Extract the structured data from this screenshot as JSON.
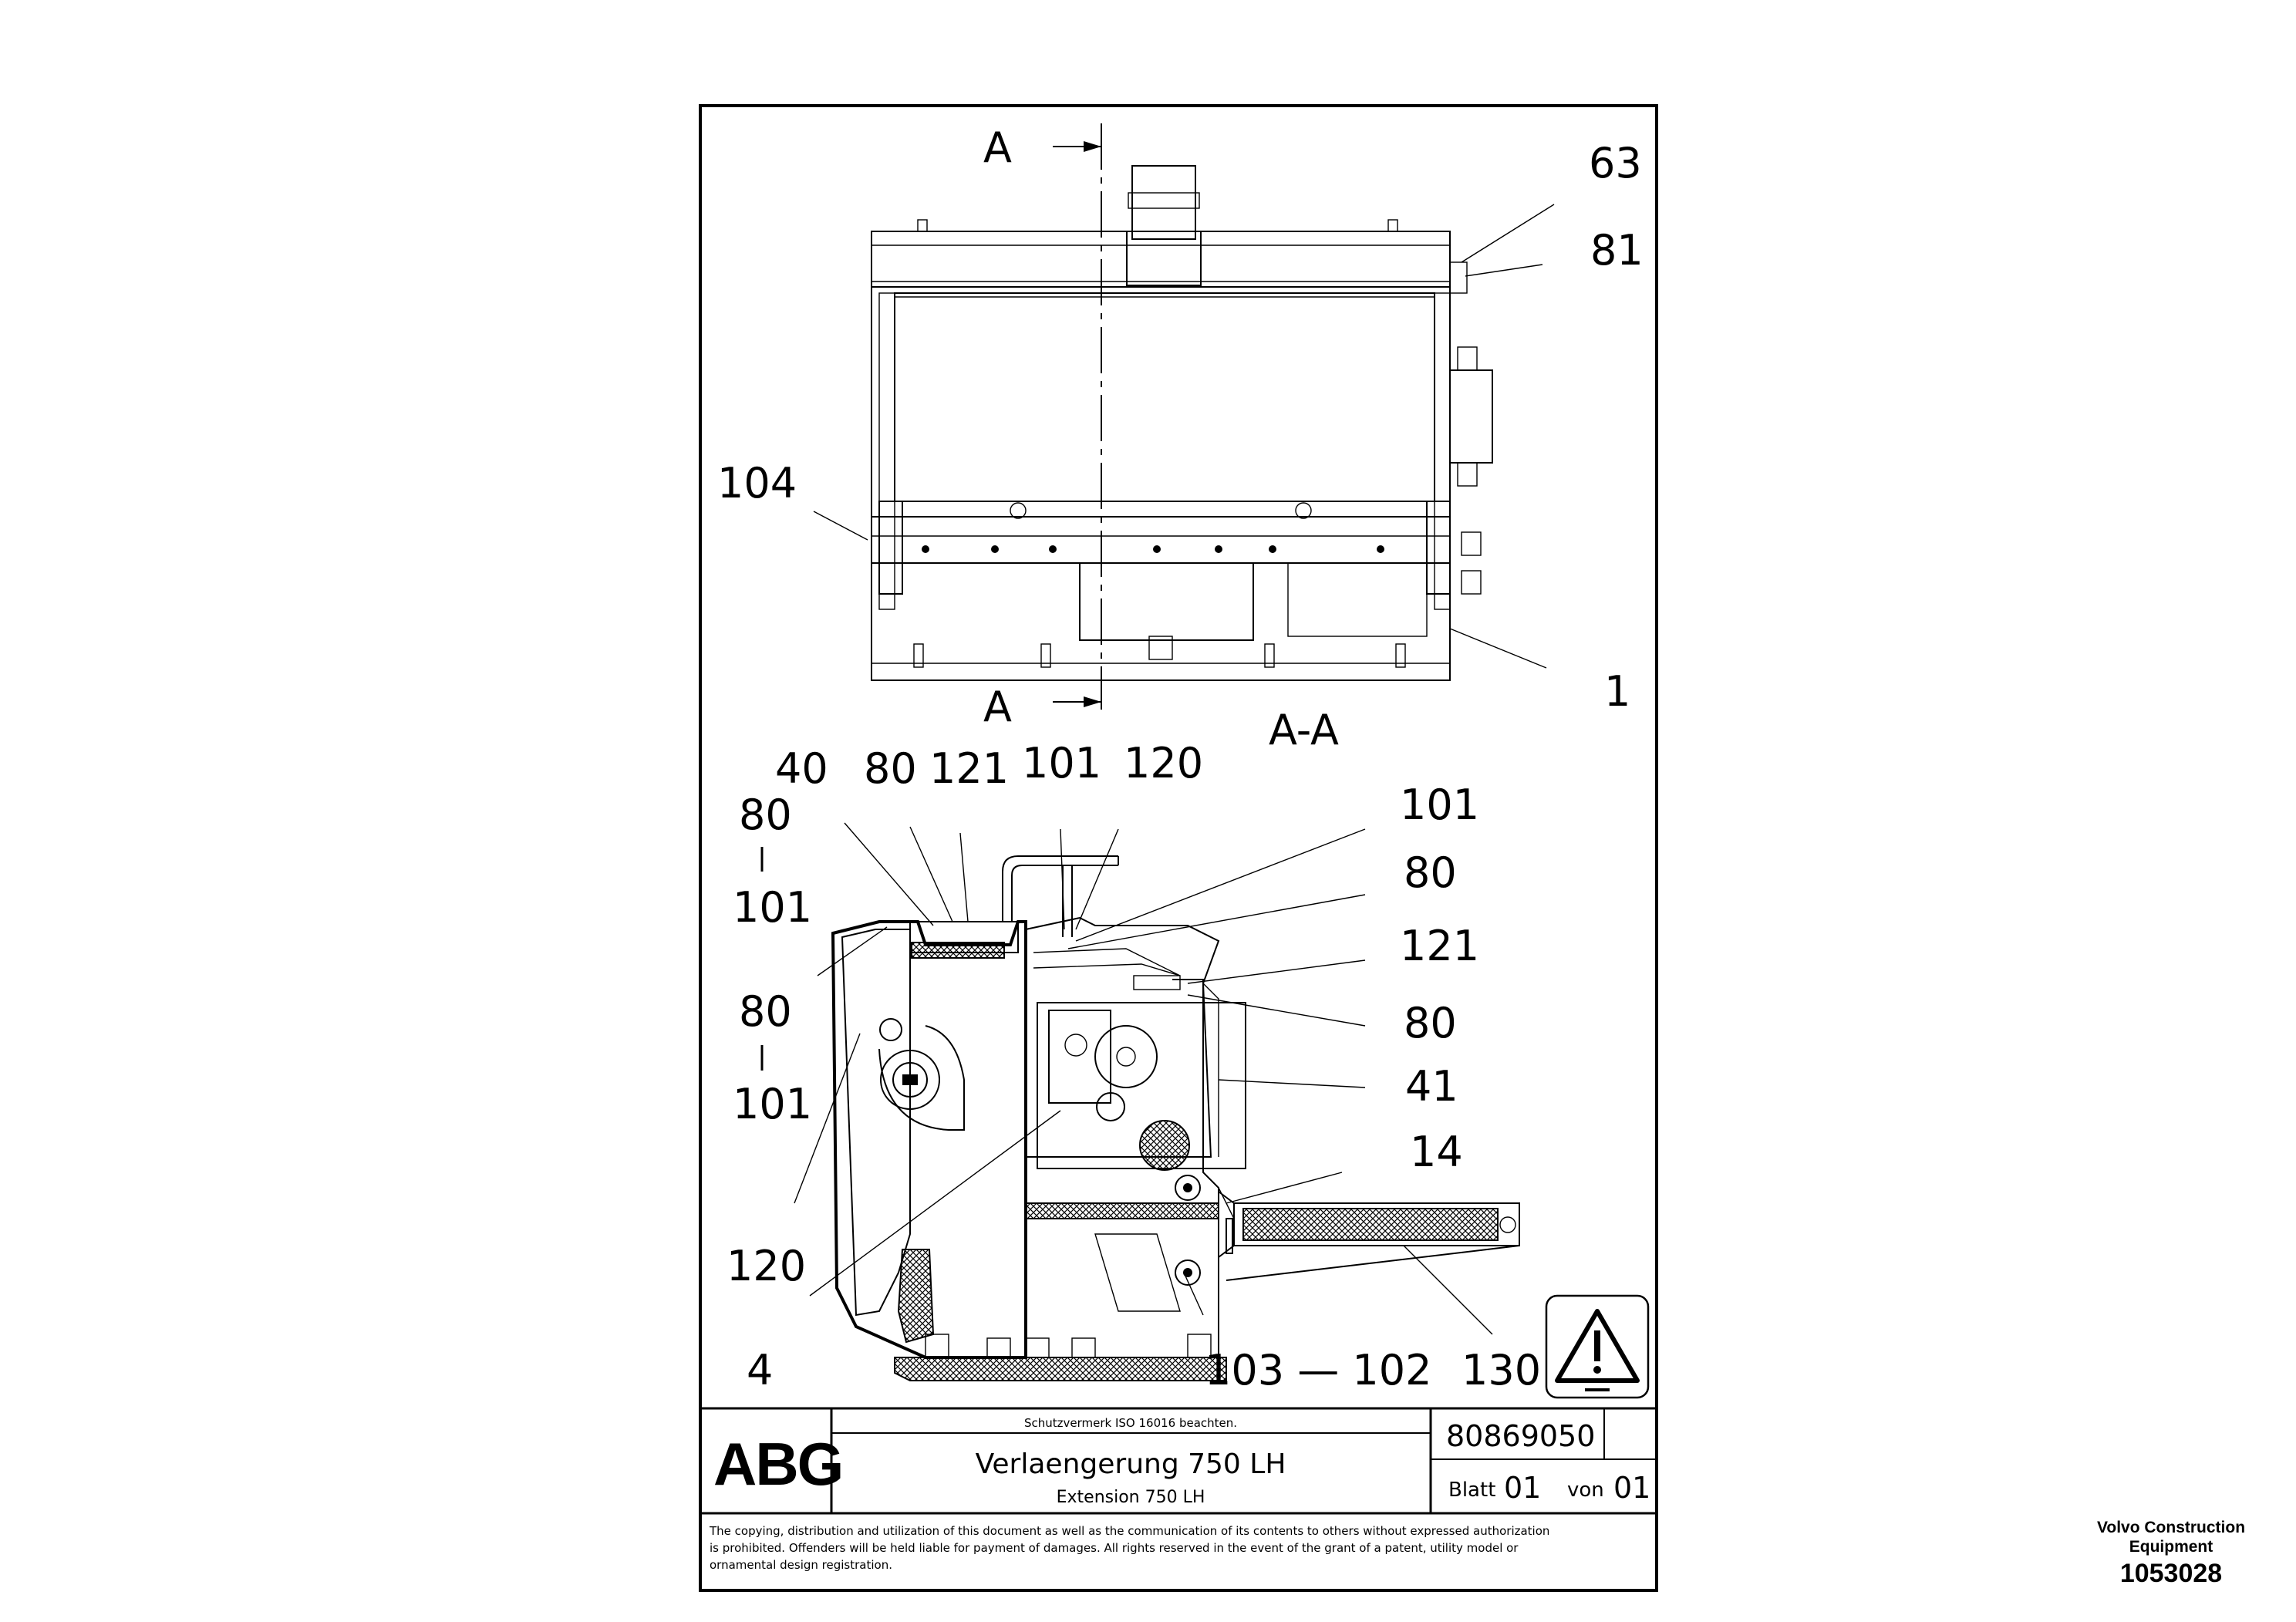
{
  "section_marks": {
    "top": "A",
    "bottom": "A",
    "section_label": "A-A"
  },
  "callouts": {
    "c63": "63",
    "c81": "81",
    "c104": "104",
    "c1": "1",
    "c40": "40",
    "c80a": "80",
    "c121a": "121",
    "c101a": "101",
    "c120a": "120",
    "c80_101_top_1": "80",
    "c80_101_top_2": "101",
    "c80_101_bot_1": "80",
    "c80_101_bot_2": "101",
    "c120b": "120",
    "c4": "4",
    "c101b": "101",
    "c80b": "80",
    "c121b": "121",
    "c80c": "80",
    "c41": "41",
    "c14": "14",
    "c103_102": "103 — 102",
    "c130": "130"
  },
  "title_block": {
    "logo": "ABG",
    "notice": "Schutzvermerk ISO 16016 beachten.",
    "title_de": "Verlaengerung 750 LH",
    "title_en": "Extension 750 LH",
    "drawing_number": "80869050",
    "sheet_label": "Blatt",
    "sheet_no": "01",
    "of_label": "von",
    "sheet_total": "01",
    "copyright_lines": [
      "The copying, distribution and utilization of this document as well as the communication of its contents to others without expressed authorization",
      "is prohibited. Offenders will be held liable for payment of damages. All rights reserved in the event of the grant of a patent, utility model or",
      "ornamental design registration."
    ]
  },
  "stamp": {
    "company_line1": "Volvo Construction",
    "company_line2": "Equipment",
    "number": "1053028"
  },
  "icons": [
    "warning-triangle-icon"
  ]
}
